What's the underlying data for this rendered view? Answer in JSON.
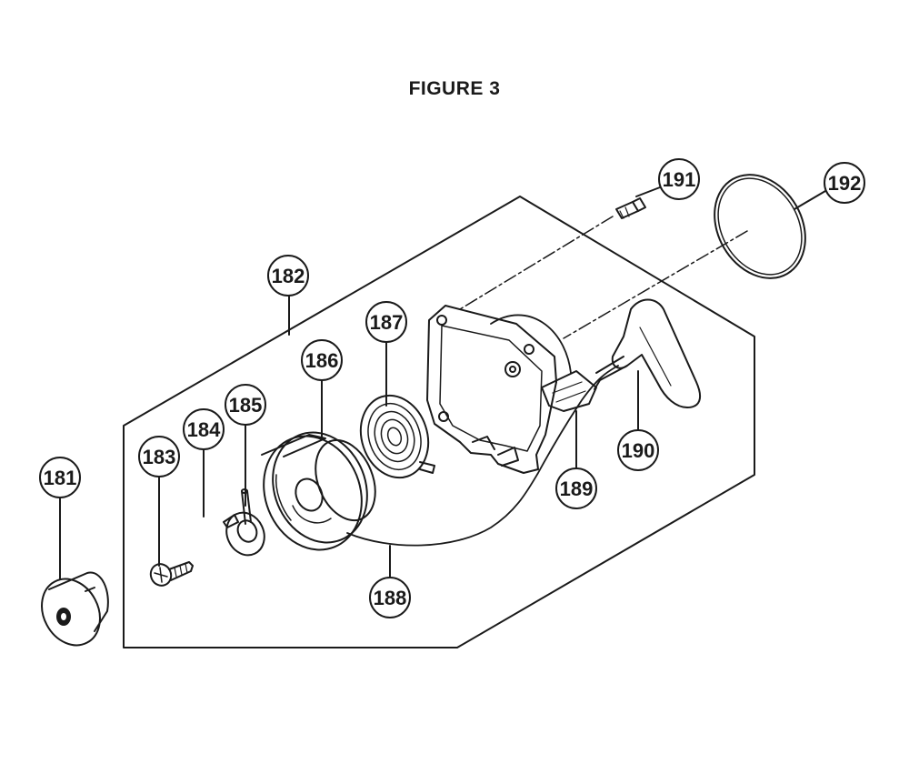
{
  "figure": {
    "title": "FIGURE 3"
  },
  "callouts": [
    {
      "id": "181",
      "label": "181"
    },
    {
      "id": "182",
      "label": "182"
    },
    {
      "id": "183",
      "label": "183"
    },
    {
      "id": "184",
      "label": "184"
    },
    {
      "id": "185",
      "label": "185"
    },
    {
      "id": "186",
      "label": "186"
    },
    {
      "id": "187",
      "label": "187"
    },
    {
      "id": "188",
      "label": "188"
    },
    {
      "id": "189",
      "label": "189"
    },
    {
      "id": "190",
      "label": "190"
    },
    {
      "id": "191",
      "label": "191"
    },
    {
      "id": "192",
      "label": "192"
    }
  ],
  "colors": {
    "ink": "#1a1a1a",
    "paper": "#ffffff"
  }
}
